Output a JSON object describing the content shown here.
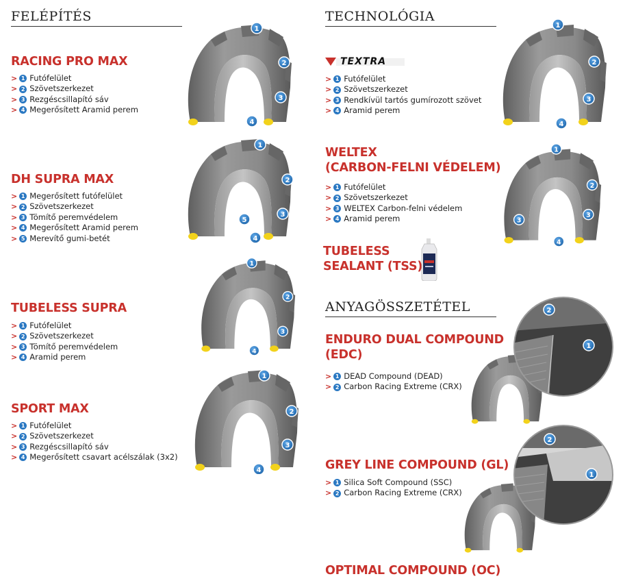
{
  "left": {
    "section_title": "FELÉPÍTÉS",
    "items": [
      {
        "title": "RACING PRO MAX",
        "features": [
          "Futófelület",
          "Szövetszerkezet",
          "Rezgéscsillapító sáv",
          "Megerősített Aramid perem"
        ]
      },
      {
        "title": "DH SUPRA MAX",
        "features": [
          "Megerősített futófelület",
          "Szövetszerkezet",
          "Tömítő peremvédelem",
          "Megerősített Aramid perem",
          "Merevítő gumi-betét"
        ]
      },
      {
        "title": "TUBELESS SUPRA",
        "features": [
          "Futófelület",
          "Szövetszerkezet",
          "Tömítő peremvédelem",
          "Aramid perem"
        ]
      },
      {
        "title": "SPORT MAX",
        "features": [
          "Futófelület",
          "Szövetszerkezet",
          "Rezgéscsillapító sáv",
          "Megerősített csavart acélszálak (3x2)"
        ]
      }
    ]
  },
  "right": {
    "section_title": "TECHNOLÓGIA",
    "textra": {
      "logo": "TEXTRA",
      "features": [
        "Futófelület",
        "Szövetszerkezet",
        "Rendkívül tartós gumírozott szövet",
        "Aramid perem"
      ]
    },
    "weltex": {
      "title_line1": "WELTEX",
      "title_line2": "(CARBON-FELNI VÉDELEM)",
      "features": [
        "Futófelület",
        "Szövetszerkezet",
        "WELTEX Carbon-felni védelem",
        "Aramid perem"
      ]
    },
    "tss": {
      "line1": "TUBELESS",
      "line2": "SEALANT (TSS)"
    },
    "material_title": "ANYAGÖSSZETÉTEL",
    "edc": {
      "title_line1": "ENDURO DUAL COMPOUND",
      "title_line2": "(EDC)",
      "features": [
        "DEAD Compound (DEAD)",
        "Carbon Racing Extreme (CRX)"
      ]
    },
    "gl": {
      "title": "GREY LINE COMPOUND (GL)",
      "features": [
        "Silica Soft Compound (SSC)",
        "Carbon Racing Extreme (CRX)"
      ]
    },
    "oc": {
      "title": "OPTIMAL COMPOUND (OC)"
    }
  },
  "colors": {
    "accent_red": "#c8312c",
    "badge_blue": "#2a78c2",
    "tire_gray": "#7a7a7a",
    "bead_yellow": "#f2d21b"
  },
  "icons": {
    "arrow": ">",
    "badge_numbers": [
      "1",
      "2",
      "3",
      "4",
      "5"
    ]
  }
}
